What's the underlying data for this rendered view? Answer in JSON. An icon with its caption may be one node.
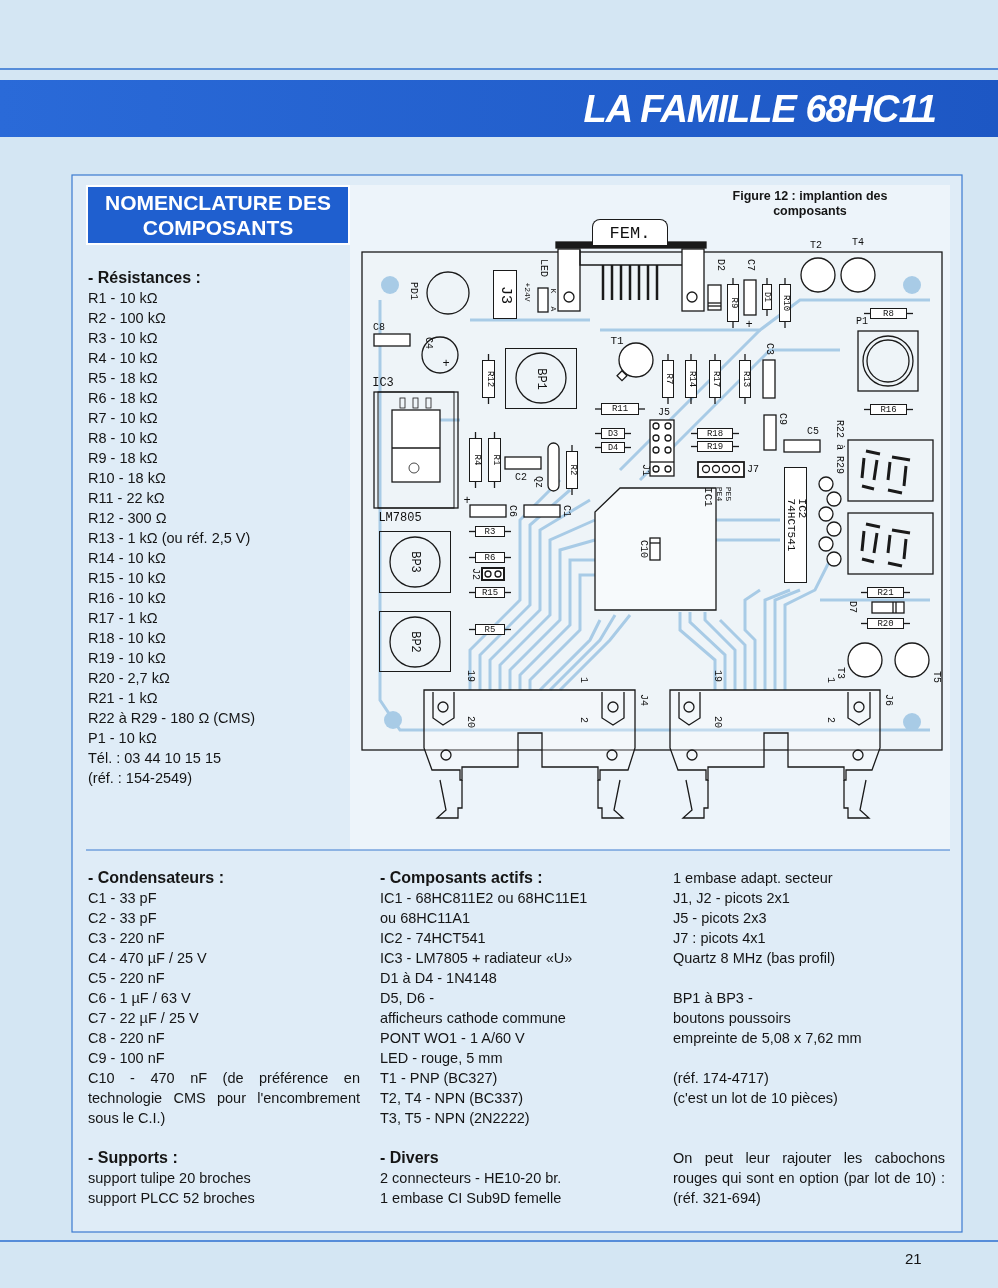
{
  "diagram": {
    "title": "LA FAMILLE 68HC11",
    "caption": "Figure 12 : implantion des composants",
    "nodes": [
      {
        "text": [
          "NOMENCLATURE DES COMPOSANTS"
        ]
      },
      {
        "text": [
          "FEM."
        ]
      },
      {
        "text": [
          "J3"
        ]
      },
      {
        "text": [
          "R12"
        ]
      },
      {
        "text": [
          "BP1"
        ]
      },
      {
        "text": [
          "R11"
        ]
      },
      {
        "text": [
          "D3"
        ]
      },
      {
        "text": [
          "D4"
        ]
      },
      {
        "text": [
          "R4"
        ]
      },
      {
        "text": [
          "R1"
        ]
      },
      {
        "text": [
          "R2"
        ]
      },
      {
        "text": [
          "R3"
        ]
      },
      {
        "text": [
          "R6"
        ]
      },
      {
        "text": [
          "R15"
        ]
      },
      {
        "text": [
          "R5"
        ]
      },
      {
        "text": [
          "BP3"
        ]
      },
      {
        "text": [
          "BP2"
        ]
      },
      {
        "text": [
          "R9"
        ]
      },
      {
        "text": [
          "D1"
        ]
      },
      {
        "text": [
          "R10"
        ]
      },
      {
        "text": [
          "R7"
        ]
      },
      {
        "text": [
          "R14"
        ]
      },
      {
        "text": [
          "R17"
        ]
      },
      {
        "text": [
          "R13"
        ]
      },
      {
        "text": [
          "R8"
        ]
      },
      {
        "text": [
          "R16"
        ]
      },
      {
        "text": [
          "R18"
        ]
      },
      {
        "text": [
          "R19"
        ]
      },
      {
        "text": [
          "IC2",
          "74HCT541"
        ]
      },
      {
        "text": [
          "R21"
        ]
      },
      {
        "text": [
          "R20"
        ]
      }
    ],
    "labels": [
      "- Résistances :",
      "R1 - 10 kΩ",
      "R2 - 100 kΩ",
      "R3 - 10 kΩ",
      "R4 - 10 kΩ",
      "R5 - 18 kΩ",
      "R6 - 18 kΩ",
      "R7 - 10 kΩ",
      "R8 - 10 kΩ",
      "R9 - 18 kΩ",
      "R10 - 18 kΩ",
      "R11 - 22 kΩ",
      "R12 - 300 Ω",
      "R13 - 1 kΩ (ou réf. 2,5 V)",
      "R14 - 10 kΩ",
      "R15 - 10 kΩ",
      "R16 - 10 kΩ",
      "R17 - 1 kΩ",
      "R18 - 10 kΩ",
      "R19 - 10 kΩ",
      "R20 - 2,7 kΩ",
      "R21 - 1 kΩ",
      "R22 à R29 - 180 Ω (CMS)",
      "P1 - 10 kΩ",
      "Tél. : 03 44 10 15 15",
      "(réf. : 154-2549)",
      "PD1",
      "LED",
      "+24V",
      "K",
      "A",
      "C8",
      "C4",
      "+",
      "IC3",
      "T1",
      "LM7805",
      "J5",
      "J1",
      "C2",
      "Qz",
      "+",
      "C6",
      "C1",
      "D2",
      "C7",
      "+",
      "T2",
      "T4",
      "P1",
      "C3",
      "C9",
      "C5",
      "R22 à R29",
      "J7",
      "PE4",
      "PE5",
      "IC1",
      "C10",
      "J2",
      "19",
      "1",
      "J4",
      "20",
      "2",
      "D7",
      "19",
      "T3",
      "1",
      "T5",
      "J6",
      "20",
      "2",
      "- Condensateurs :",
      "C1 - 33 pF",
      "C2 - 33 pF",
      "C3 - 220 nF",
      "C4 - 470 µF / 25 V",
      "C5 - 220 nF",
      "C6 - 1 µF / 63 V",
      "C7 - 22 µF / 25 V",
      "C8 - 220 nF",
      "C9 - 100 nF",
      "C10 - 470 nF (de préférence en technologie CMS pour l'encombrement sous le C.I.)",
      "- Supports :",
      "support tulipe 20 broches",
      "support PLCC 52 broches",
      "- Composants actifs :",
      "IC1 - 68HC811E2 ou 68HC11E1",
      "ou 68HC11A1",
      "IC2 - 74HCT541",
      "IC3 - LM7805 + radiateur «U»",
      "D1 à D4 - 1N4148",
      "D5, D6 -",
      "afficheurs cathode commune",
      "PONT WO1 - 1 A/60 V",
      "LED - rouge, 5 mm",
      "T1 - PNP (BC327)",
      "T2, T4 - NPN (BC337)",
      "T3, T5 - NPN (2N2222)",
      "- Divers",
      "2 connecteurs - HE10-20 br.",
      "1 embase CI Sub9D femelle",
      "1 embase adapt. secteur",
      "J1, J2 - picots 2x1",
      "J5 - picots 2x3",
      "J7 : picots 4x1",
      "Quartz 8 MHz (bas profil)",
      "BP1 à BP3 -",
      "boutons poussoirs",
      "empreinte de 5,08 x 7,62 mm",
      "(réf. 174-4717)",
      "(c'est un lot de 10 pièces)",
      "On peut leur rajouter les cabochons rouges qui sont en option (par lot de 10) : (réf. 321-694)",
      "21"
    ]
  }
}
